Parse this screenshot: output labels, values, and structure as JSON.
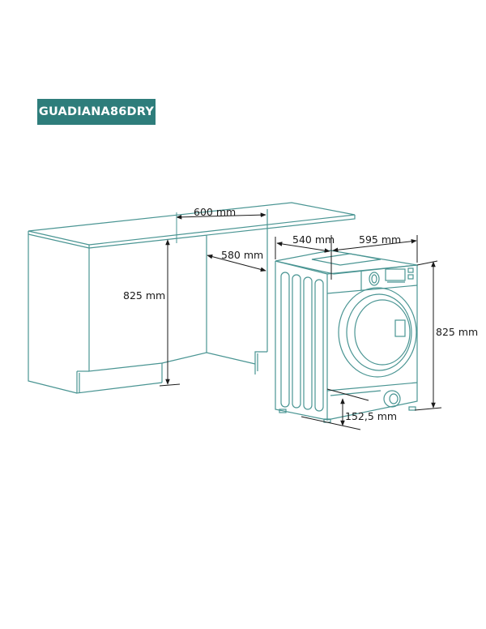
{
  "model": {
    "name": "GUADIANA86DRY",
    "badge_color": "#2e7d7b"
  },
  "colors": {
    "outline": "#4a9593",
    "dimension": "#1a1a1a"
  },
  "cabinet": {
    "dimensions": {
      "width": "600 mm",
      "depth": "580 mm",
      "height": "825 mm"
    }
  },
  "appliance": {
    "dimensions": {
      "depth": "540 mm",
      "width": "595 mm",
      "height": "825 mm",
      "plinth_height": "152,5 mm"
    }
  }
}
